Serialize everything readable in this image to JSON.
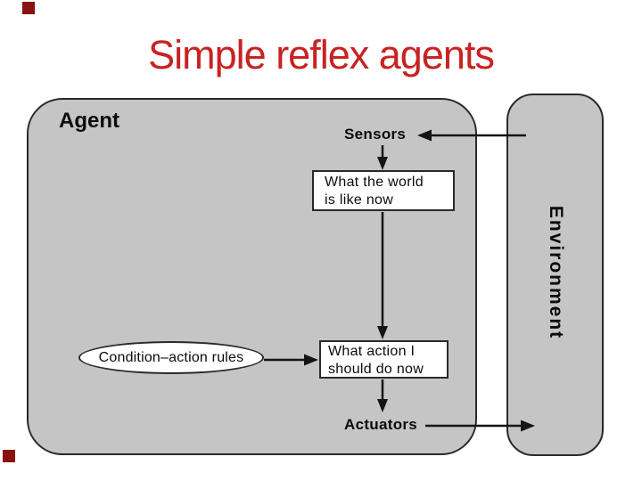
{
  "slide": {
    "title": "Simple reflex agents",
    "title_color": "#c92222",
    "corner_square_color": "#8b1111",
    "background_color": "#ffffff"
  },
  "diagram": {
    "fill_color": "#c5c5c5",
    "line_color": "#141414",
    "agent_label": "Agent",
    "environment_label": "Environment",
    "sensors_label": "Sensors",
    "actuators_label": "Actuators",
    "world_box": {
      "line1": "What the world",
      "line2": "is like now"
    },
    "action_box": {
      "line1": "What action I",
      "line2": "should do now"
    },
    "rules_ellipse_label": "Condition–action rules",
    "arrows": [
      "environment-to-sensors",
      "sensors-to-world-box",
      "world-box-to-action-box",
      "rules-to-action-box",
      "action-box-to-actuators",
      "actuators-to-environment"
    ]
  }
}
